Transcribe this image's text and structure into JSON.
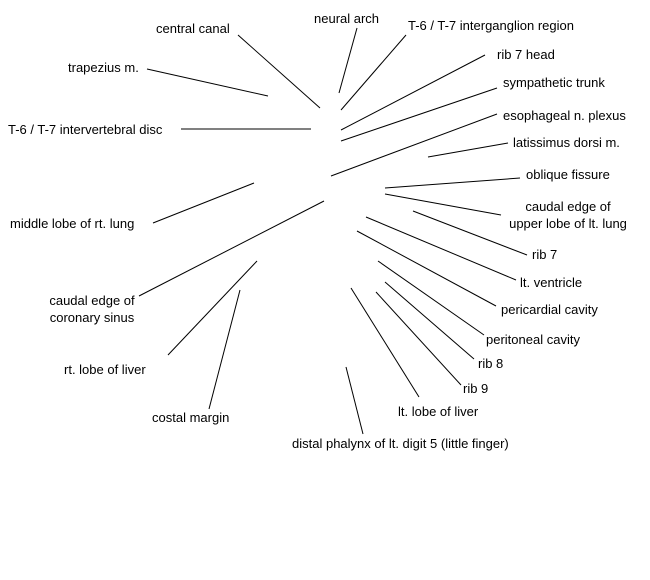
{
  "labels": {
    "central_canal": "central canal",
    "neural_arch": "neural arch",
    "t6_t7_interganglion": "T-6 / T-7 interganglion region",
    "rib7_head": "rib 7 head",
    "trapezius": "trapezius m.",
    "sympathetic_trunk": "sympathetic trunk",
    "esophageal_plexus": "esophageal n. plexus",
    "t6_t7_disc": "T-6 / T-7 intervertebral disc",
    "latissimus_dorsi": "latissimus dorsi m.",
    "oblique_fissure": "oblique fissure",
    "caudal_edge_upper_lobe_1": "caudal edge of",
    "caudal_edge_upper_lobe_2": "upper lobe of lt. lung",
    "middle_lobe": "middle lobe of rt. lung",
    "rib7": "rib 7",
    "lt_ventricle": "lt. ventricle",
    "coronary_sinus_1": "caudal edge of",
    "coronary_sinus_2": "coronary sinus",
    "pericardial_cavity": "pericardial cavity",
    "peritoneal_cavity": "peritoneal cavity",
    "rib8": "rib 8",
    "rt_lobe_liver": "rt. lobe of liver",
    "rib9": "rib 9",
    "lt_lobe_liver": "lt. lobe of liver",
    "costal_margin": "costal margin",
    "distal_phalynx": "distal phalynx of lt. digit 5 (little finger)"
  }
}
